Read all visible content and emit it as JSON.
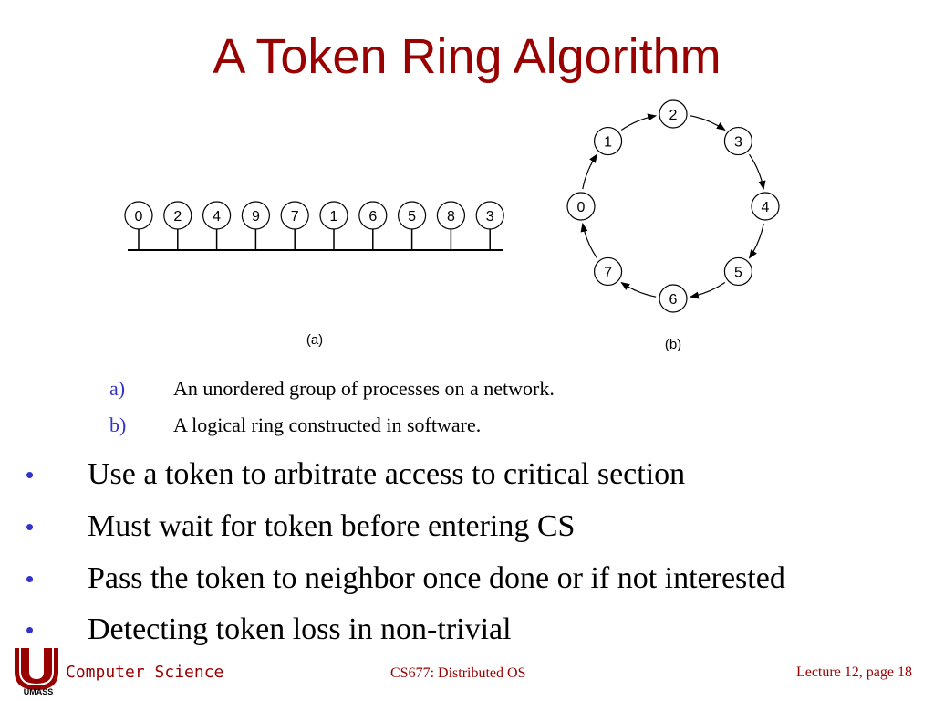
{
  "slide": {
    "title": "A Token Ring Algorithm"
  },
  "diagram": {
    "bus_nodes": [
      "0",
      "2",
      "4",
      "9",
      "7",
      "1",
      "6",
      "5",
      "8",
      "3"
    ],
    "ring_nodes": [
      "2",
      "3",
      "4",
      "5",
      "6",
      "7",
      "0",
      "1"
    ],
    "label_a": "(a)",
    "label_b": "(b)"
  },
  "captions": [
    {
      "letter": "a)",
      "text": "An unordered group of processes on a network."
    },
    {
      "letter": "b)",
      "text": "A logical ring constructed in software."
    }
  ],
  "bullets": [
    "Use a token to arbitrate access to critical section",
    "Must wait for token before entering CS",
    "Pass the token to neighbor once done or if not interested",
    "Detecting token loss in non-trivial"
  ],
  "bullet_symbol": "•",
  "footer": {
    "department": "Computer Science",
    "course": "CS677: Distributed OS",
    "page": "Lecture 12, page 18",
    "logo_text": "UMASS"
  },
  "colors": {
    "title": "#990000",
    "accent": "#3333cc",
    "footer": "#990000"
  }
}
